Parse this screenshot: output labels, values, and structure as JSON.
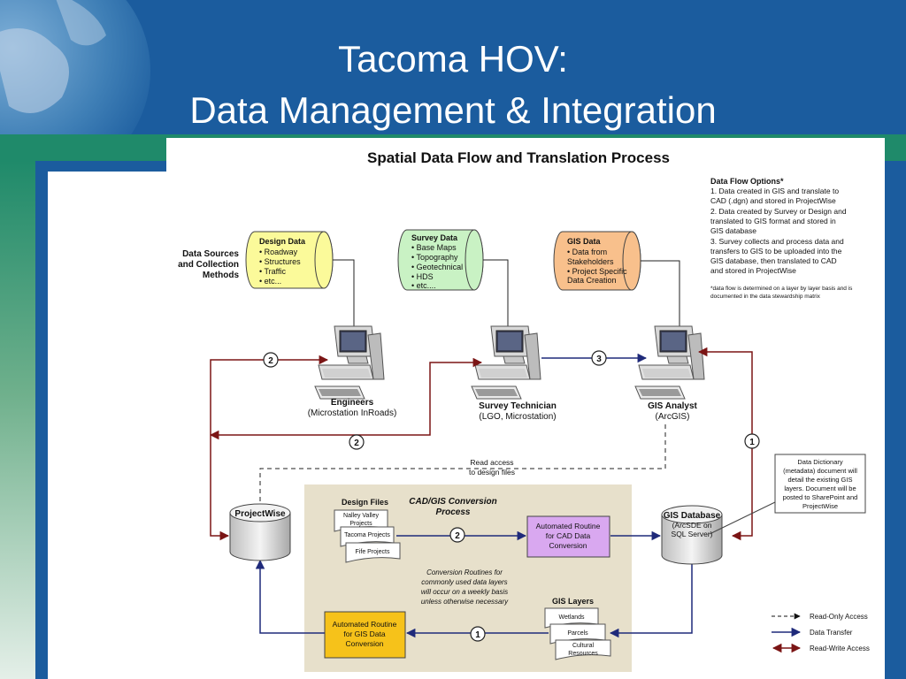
{
  "slide": {
    "title_line1": "Tacoma HOV:",
    "title_line2": "Data Management & Integration"
  },
  "diagram": {
    "title": "Spatial Data Flow and Translation Process",
    "data_sources_label": [
      "Data Sources",
      "and Collection",
      "Methods"
    ],
    "design_data": {
      "title": "Design Data",
      "items": [
        "• Roadway",
        "• Structures",
        "• Traffic",
        "• etc..."
      ]
    },
    "survey_data": {
      "title": "Survey Data",
      "items": [
        "• Base Maps",
        "• Topography",
        "• Geotechnical",
        "• HDS",
        "• etc...."
      ]
    },
    "gis_data": {
      "title": "GIS Data",
      "items": [
        "• Data from",
        "   Stakeholders",
        "• Project Specific",
        "   Data Creation"
      ]
    },
    "options": {
      "title": "Data Flow Options*",
      "lines": [
        "1.   Data created in GIS and translate to",
        "       CAD (.dgn) and stored in ProjectWise",
        "2.   Data created by Survey or Design  and",
        "       translated to GIS format and stored in",
        "       GIS database",
        "3.   Survey collects and process data and",
        "       transfers to GIS to be uploaded into the",
        "       GIS database, then translated to CAD",
        "       and stored in ProjectWise"
      ],
      "note": [
        "*data flow is determined on a layer by layer basis and is",
        "documented in the data stewardship matrix"
      ]
    },
    "engineers": {
      "name": "Engineers",
      "sub": "(Microstation InRoads)"
    },
    "survey_tech": {
      "name": "Survey Technician",
      "sub": "(LGO, Microstation)"
    },
    "gis_analyst": {
      "name": "GIS Analyst",
      "sub": "(ArcGIS)"
    },
    "flow_numbers": {
      "one": "1",
      "two": "2",
      "three": "3"
    },
    "read_access": [
      "Read  access",
      "to design files"
    ],
    "projectwise": "ProjectWise",
    "gis_database": {
      "name": "GIS Database",
      "sub": [
        "(ArcSDE on",
        "SQL Server)"
      ]
    },
    "dictionary_note": [
      "Data Dictionary",
      "(metadata) document will",
      "detail the existing GIS",
      "layers.  Document will be",
      "posted to SharePoint and",
      "ProjectWise"
    ],
    "conversion": {
      "title": [
        "CAD/GIS Conversion",
        "Process"
      ],
      "design_files_label": "Design Files",
      "design_files": [
        [
          "Nalley Valley",
          "Projects"
        ],
        [
          "Tacoma Projects"
        ],
        [
          "Fife Projects"
        ]
      ],
      "cad_routine": [
        "Automated Routine",
        "for CAD Data",
        "Conversion"
      ],
      "gis_routine": [
        "Automated Routine",
        "for GIS Data",
        "Conversion"
      ],
      "routines_note": [
        "Conversion Routines for",
        "commonly used data layers",
        "will occur on a weekly basis",
        "unless otherwise necessary"
      ],
      "gis_layers_label": "GIS Layers",
      "gis_layers": [
        [
          "Wetlands"
        ],
        [
          "Parcels"
        ],
        [
          "Cultural",
          "Resources"
        ]
      ]
    },
    "legend": [
      "Read-Only Access",
      "Data Transfer",
      "Read-Write Access"
    ]
  },
  "colors": {
    "slide_blue": "#1b5c9e",
    "green_band": "#1f8a6a",
    "design_yellow": "#fbfa9a",
    "survey_green": "#c9f2c4",
    "gis_orange": "#f8c08c",
    "panel_tan": "#e7e0cb",
    "cad_routine_purple": "#d9a8f0",
    "gis_routine_gold": "#f6c21a",
    "transfer_navy": "#1f2a7a",
    "readwrite_red": "#7b1515"
  }
}
